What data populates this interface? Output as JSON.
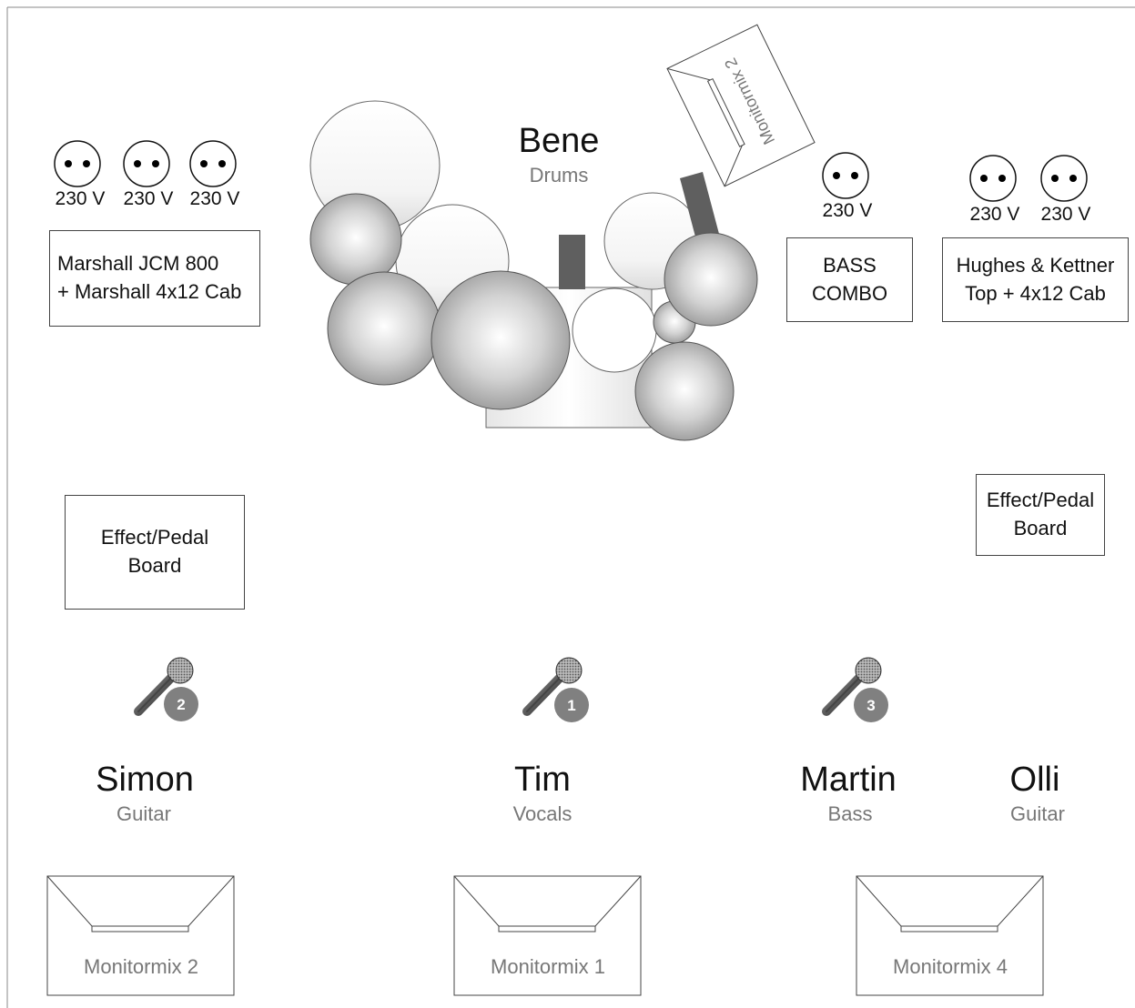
{
  "drummer": {
    "name": "Bene",
    "role": "Drums"
  },
  "performers": [
    {
      "name": "Simon",
      "role": "Guitar"
    },
    {
      "name": "Tim",
      "role": "Vocals"
    },
    {
      "name": "Martin",
      "role": "Bass"
    },
    {
      "name": "Olli",
      "role": "Guitar"
    }
  ],
  "amps": {
    "marshall": [
      "Marshall JCM 800",
      "+ Marshall 4x12 Cab"
    ],
    "bass": [
      "BASS",
      "COMBO"
    ],
    "hughes": [
      "Hughes & Kettner",
      "Top + 4x12 Cab"
    ]
  },
  "pedal_boards": {
    "left": [
      "Effect/Pedal",
      "Board"
    ],
    "right": [
      "Effect/Pedal",
      "Board"
    ]
  },
  "power": {
    "label": "230 V"
  },
  "monitors": {
    "drums": "Monitormix 2",
    "simon": "Monitormix 2",
    "tim": "Monitormix 1",
    "martin": "Monitormix 4"
  },
  "microphones": {
    "simon": "2",
    "tim": "1",
    "martin": "3"
  },
  "colors": {
    "drum_shell": "#c8c8c8",
    "stick_gray": "#5f5f5f",
    "badge": "#808080",
    "line": "#444444"
  }
}
